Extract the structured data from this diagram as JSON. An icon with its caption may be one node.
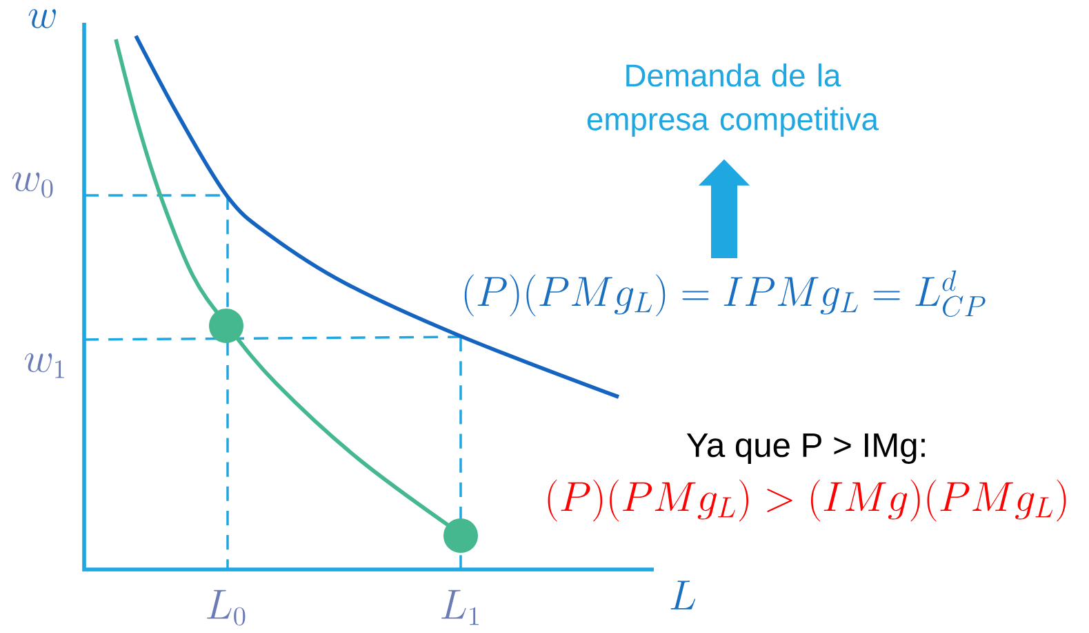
{
  "diagram": {
    "nodes": [
      {
        "text": [
          "Demanda de la empresa competitiva"
        ]
      },
      {
        "text": [
          "(P)(PMg_L) = IPMg_L = L_{CP}^{d}"
        ]
      }
    ],
    "edges": [
      {
        "from": 1,
        "to": 0,
        "arrow": "to"
      }
    ],
    "labels": [
      "w",
      "w_0",
      "w_1",
      "L_0",
      "L_1",
      "L",
      "Ya que P > IMg:",
      "(P)(PMg_L) > (IMg)(PMg_L)"
    ]
  }
}
